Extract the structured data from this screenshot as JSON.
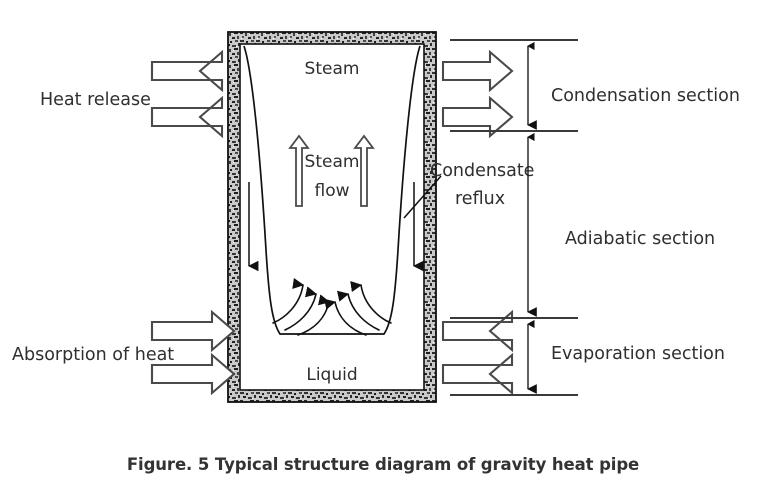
{
  "figure": {
    "caption": "Figure. 5 Typical structure diagram of gravity heat pipe",
    "title_number": "Figure. 5"
  },
  "diagram": {
    "type": "gravity-heat-pipe-schematic",
    "interior_labels": {
      "steam": "Steam",
      "steam_flow_line1": "Steam",
      "steam_flow_line2": "flow",
      "liquid": "Liquid"
    },
    "callouts": {
      "condensate_reflux_line1": "Condensate",
      "condensate_reflux_line2": "reflux"
    },
    "left_labels": {
      "heat_release": "Heat release",
      "absorption_of_heat": "Absorption of heat"
    },
    "right_section_labels": {
      "condensation": "Condensation section",
      "adiabatic": "Adiabatic section",
      "evaporation": "Evaporation section"
    },
    "flow_directions": {
      "heat_release_arrows": "left",
      "absorption_arrows": "right",
      "condensation_section_arrows": "right",
      "evaporation_section_arrows": "left",
      "steam_flow_arrows": "up",
      "condensate_reflux_arrows": "down",
      "bubble_arrows": "up"
    },
    "colors": {
      "outline": "#111111",
      "arrow_stroke": "#4a4a4a",
      "text": "#2f2f2f",
      "caption_text": "#333333",
      "wall_fill": "#8a8a8a",
      "background": "#ffffff"
    },
    "counts": {
      "heat_release_arrows": 2,
      "absorption_arrows": 2,
      "condensation_arrows": 2,
      "evaporation_arrows": 2,
      "steam_flow_arrows": 2,
      "reflux_arrows": 2,
      "bubble_arrow_groups": 2,
      "bubble_arrows_per_group": 3,
      "section_dimensions": 3
    }
  }
}
